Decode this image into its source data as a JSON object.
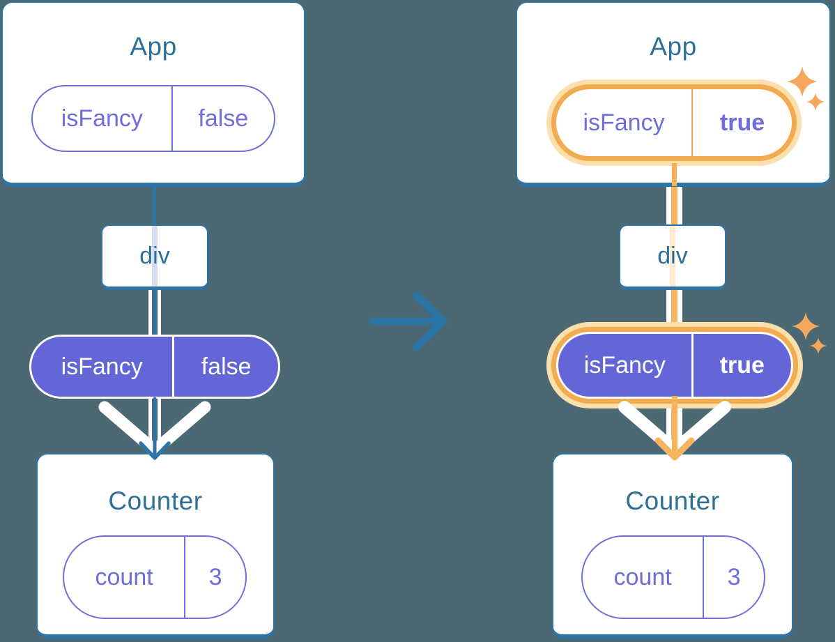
{
  "diagram": {
    "kind": "react-state-tree-before-after",
    "transition": {
      "icon": "arrow-right-icon",
      "direction": "right"
    },
    "icons": {
      "sparkle": "sparkle-icon",
      "flow_arrowhead": "arrow-down-icon"
    },
    "colors": {
      "background": "#4C6973",
      "card_border": "#2E74A4",
      "title_text": "#2D6F95",
      "purple_outline": "#6F6FD9",
      "purple_text": "#6F6CDB",
      "purple_fill": "#6465D7",
      "lavender_stripe": "#D7DEF3",
      "cream_stripe": "#FCEBCF",
      "highlight_orange": "#F3AB4F",
      "highlight_halo": "#FBDFAD",
      "orange_line": "#F5B057",
      "sparkle_orange": "#F5A85C",
      "transition_arrow_blue": "#2B74A6",
      "white": "#FFFFFF"
    },
    "trees": [
      {
        "name": "before",
        "app": {
          "title": "App",
          "prop": {
            "name": "isFancy",
            "value": "false"
          },
          "highlighted": false
        },
        "container": {
          "label": "div"
        },
        "passed_prop": {
          "name": "isFancy",
          "value": "false",
          "highlighted": false
        },
        "counter": {
          "title": "Counter",
          "state": {
            "name": "count",
            "value": "3"
          }
        }
      },
      {
        "name": "after",
        "app": {
          "title": "App",
          "prop": {
            "name": "isFancy",
            "value": "true"
          },
          "highlighted": true
        },
        "container": {
          "label": "div"
        },
        "passed_prop": {
          "name": "isFancy",
          "value": "true",
          "highlighted": true
        },
        "counter": {
          "title": "Counter",
          "state": {
            "name": "count",
            "value": "3"
          }
        }
      }
    ]
  }
}
